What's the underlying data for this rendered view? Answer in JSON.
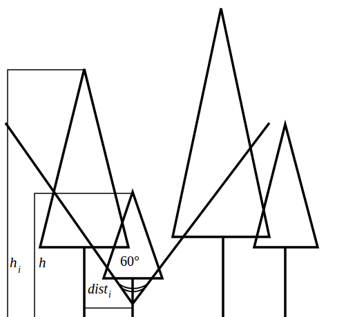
{
  "diagram": {
    "labels": [
      "h",
      "i",
      "h",
      "60°",
      "dist",
      "i"
    ]
  }
}
